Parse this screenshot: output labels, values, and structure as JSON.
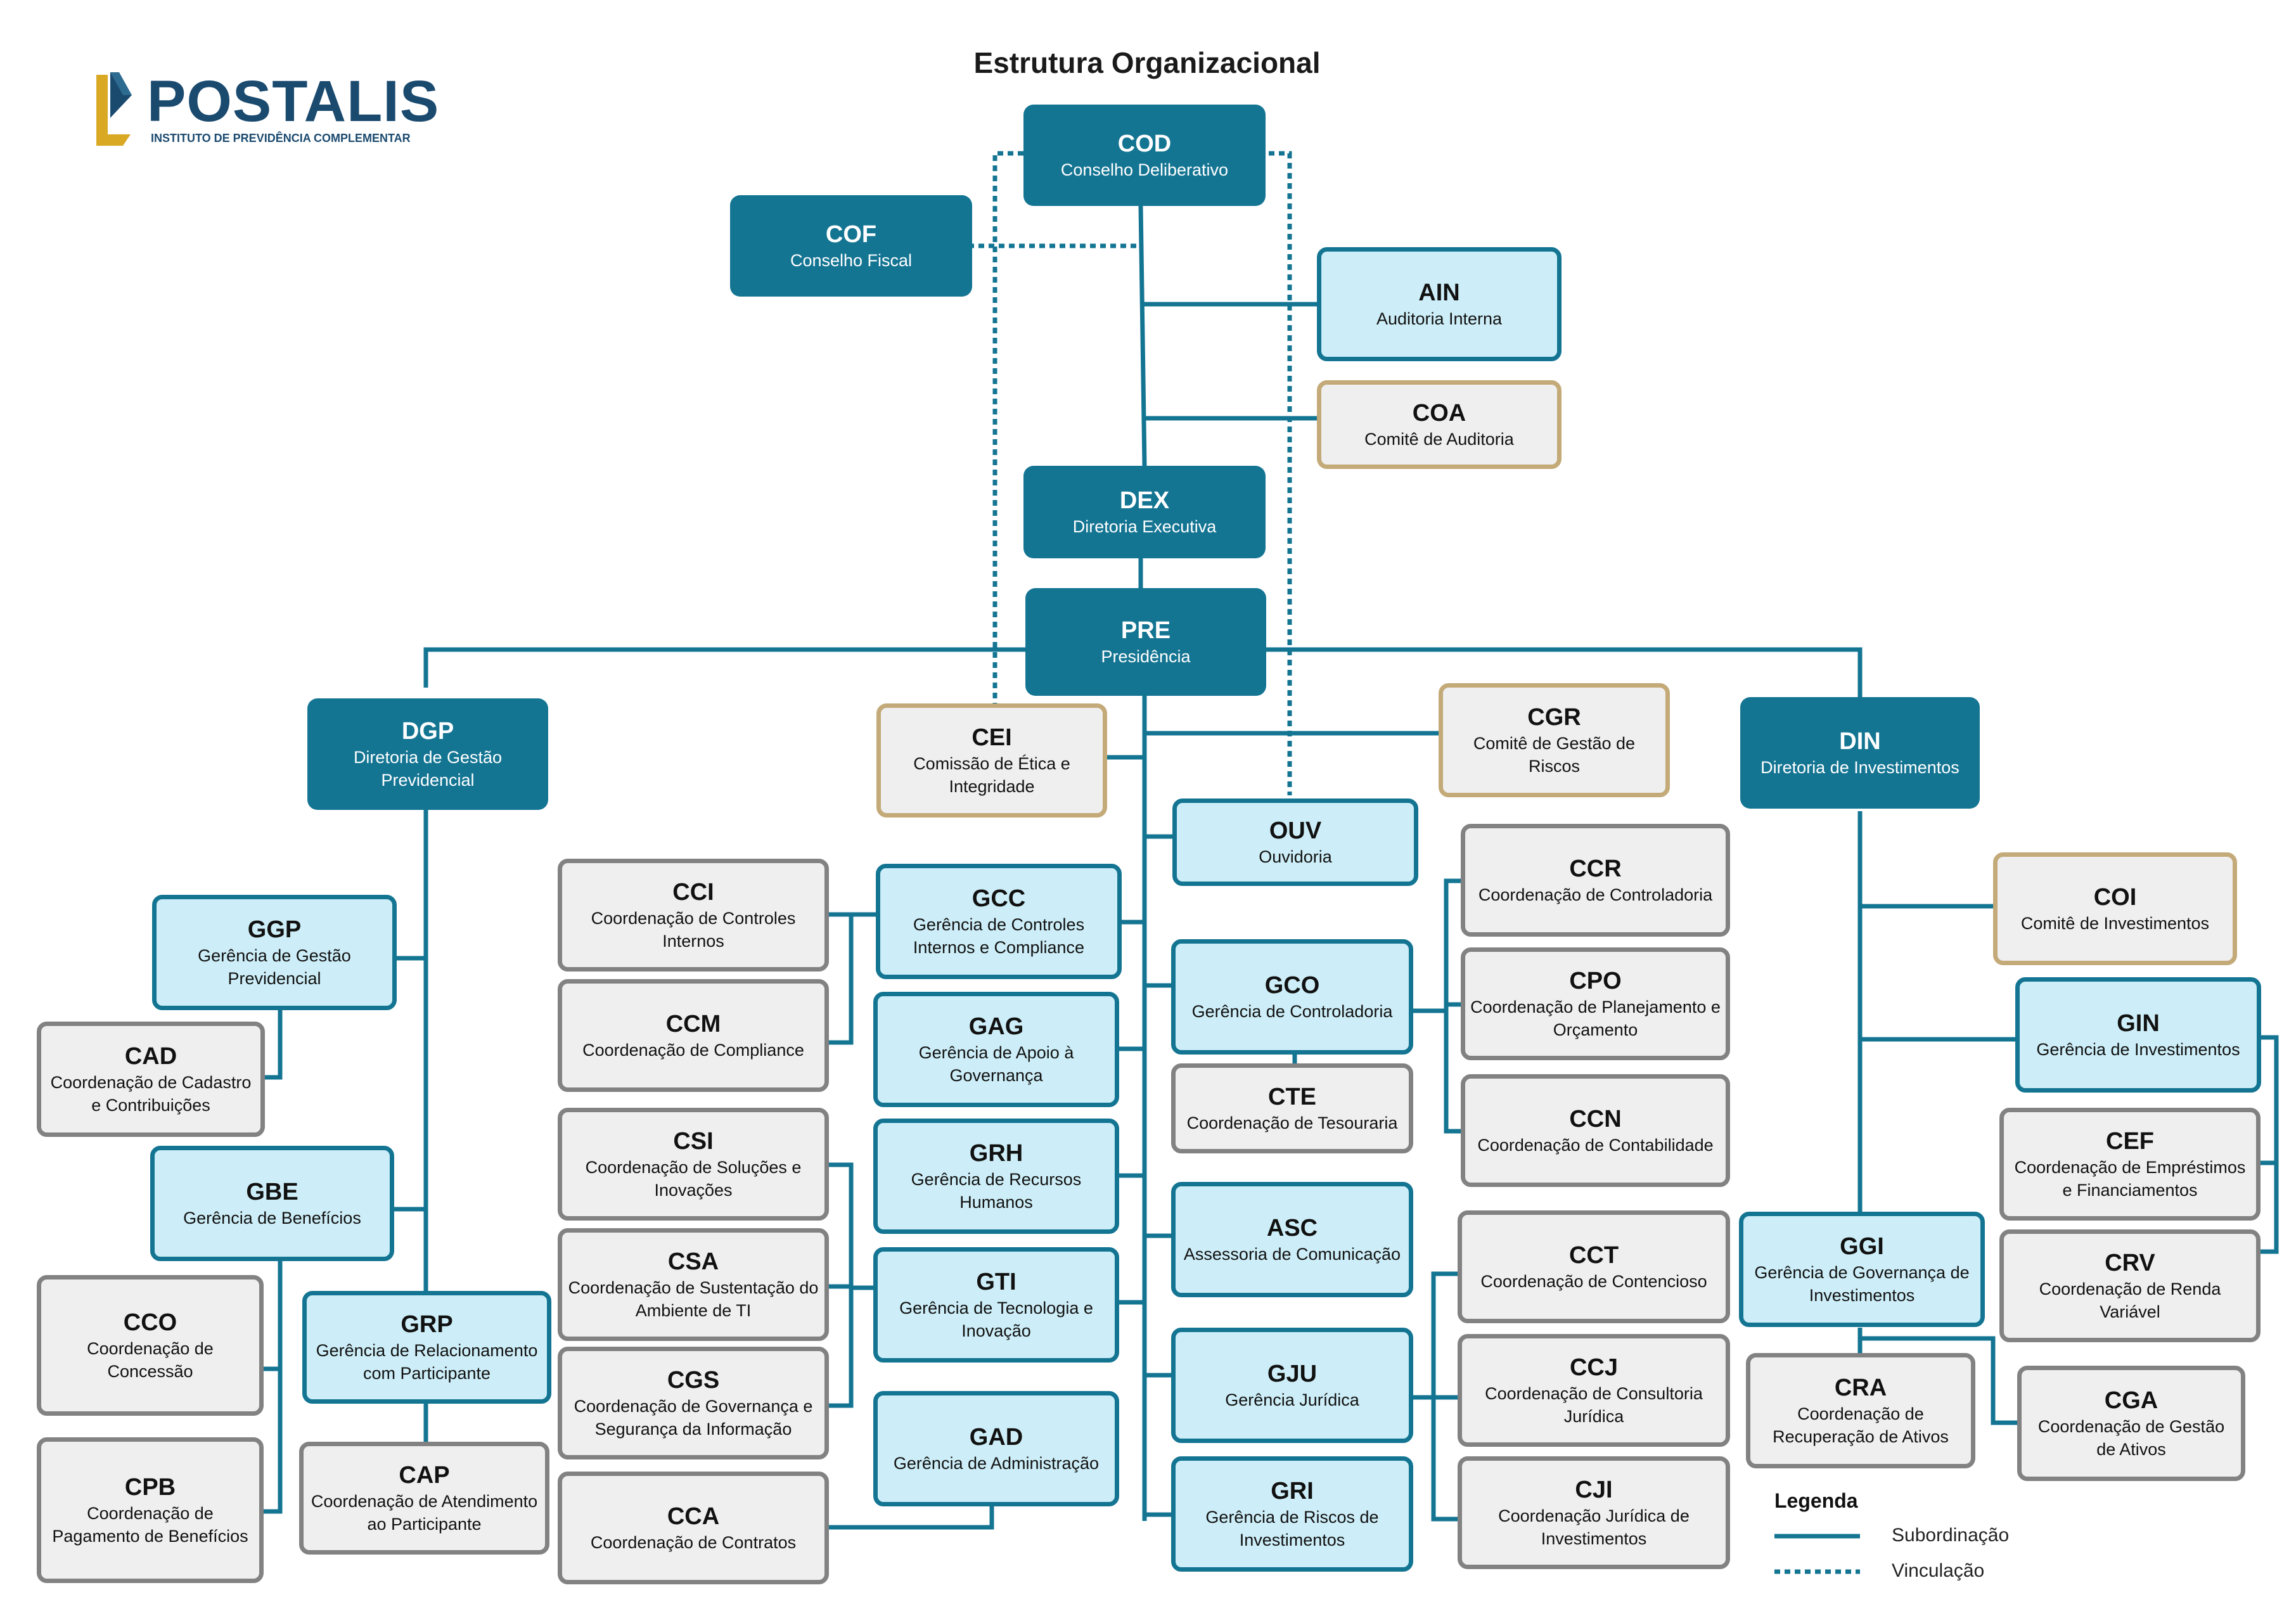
{
  "title": "Estrutura Organizacional",
  "logo": {
    "name": "POSTALIS",
    "tagline": "INSTITUTO DE PREVIDÊNCIA COMPLEMENTAR"
  },
  "colors": {
    "line": "#147593",
    "dark_fill": "#147593",
    "light_fill": "#cdeef8",
    "grey_border": "#828282",
    "gold_border": "#c3aa78",
    "grey_fill": "#efefef"
  },
  "nodes": {
    "COD": {
      "abbr": "COD",
      "name": "Conselho Deliberativo"
    },
    "COF": {
      "abbr": "COF",
      "name": "Conselho Fiscal"
    },
    "AIN": {
      "abbr": "AIN",
      "name": "Auditoria Interna"
    },
    "COA": {
      "abbr": "COA",
      "name": "Comitê de Auditoria"
    },
    "DEX": {
      "abbr": "DEX",
      "name": "Diretoria Executiva"
    },
    "PRE": {
      "abbr": "PRE",
      "name": "Presidência"
    },
    "DGP": {
      "abbr": "DGP",
      "name": "Diretoria de Gestão Previdencial"
    },
    "CEI": {
      "abbr": "CEI",
      "name": "Comissão de Ética e Integridade"
    },
    "CGR": {
      "abbr": "CGR",
      "name": "Comitê de Gestão de Riscos"
    },
    "DIN": {
      "abbr": "DIN",
      "name": "Diretoria de Investimentos"
    },
    "OUV": {
      "abbr": "OUV",
      "name": "Ouvidoria"
    },
    "GGP": {
      "abbr": "GGP",
      "name": "Gerência de Gestão Previdencial"
    },
    "CAD": {
      "abbr": "CAD",
      "name": "Coordenação de Cadastro e Contribuições"
    },
    "GBE": {
      "abbr": "GBE",
      "name": "Gerência de Benefícios"
    },
    "CCO": {
      "abbr": "CCO",
      "name": "Coordenação de Concessão"
    },
    "GRP": {
      "abbr": "GRP",
      "name": "Gerência de Relacionamento com Participante"
    },
    "CPB": {
      "abbr": "CPB",
      "name": "Coordenação de Pagamento de Benefícios"
    },
    "CAP": {
      "abbr": "CAP",
      "name": "Coordenação de Atendimento ao Participante"
    },
    "CCI": {
      "abbr": "CCI",
      "name": "Coordenação de Controles Internos"
    },
    "CCM": {
      "abbr": "CCM",
      "name": "Coordenação de Compliance"
    },
    "CSI": {
      "abbr": "CSI",
      "name": "Coordenação de Soluções e Inovações"
    },
    "CSA": {
      "abbr": "CSA",
      "name": "Coordenação de Sustentação do Ambiente de TI"
    },
    "CGS": {
      "abbr": "CGS",
      "name": "Coordenação de Governança e Segurança da Informação"
    },
    "CCA": {
      "abbr": "CCA",
      "name": "Coordenação de Contratos"
    },
    "GCC": {
      "abbr": "GCC",
      "name": "Gerência de Controles Internos e Compliance"
    },
    "GAG": {
      "abbr": "GAG",
      "name": "Gerência de Apoio à Governança"
    },
    "GRH": {
      "abbr": "GRH",
      "name": "Gerência de Recursos Humanos"
    },
    "GTI": {
      "abbr": "GTI",
      "name": "Gerência de Tecnologia e Inovação"
    },
    "GAD": {
      "abbr": "GAD",
      "name": "Gerência de Administração"
    },
    "GCO": {
      "abbr": "GCO",
      "name": "Gerência de Controladoria"
    },
    "CTE": {
      "abbr": "CTE",
      "name": "Coordenação de Tesouraria"
    },
    "ASC": {
      "abbr": "ASC",
      "name": "Assessoria de Comunicação"
    },
    "GJU": {
      "abbr": "GJU",
      "name": "Gerência Jurídica"
    },
    "GRI": {
      "abbr": "GRI",
      "name": "Gerência de Riscos de Investimentos"
    },
    "CCR": {
      "abbr": "CCR",
      "name": "Coordenação de Controladoria"
    },
    "CPO": {
      "abbr": "CPO",
      "name": "Coordenação de Planejamento e Orçamento"
    },
    "CCN": {
      "abbr": "CCN",
      "name": "Coordenação de Contabilidade"
    },
    "CCT": {
      "abbr": "CCT",
      "name": "Coordenação de Contencioso"
    },
    "CCJ": {
      "abbr": "CCJ",
      "name": "Coordenação de Consultoria Jurídica"
    },
    "CJI": {
      "abbr": "CJI",
      "name": "Coordenação Jurídica de Investimentos"
    },
    "COI": {
      "abbr": "COI",
      "name": "Comitê de Investimentos"
    },
    "GIN": {
      "abbr": "GIN",
      "name": "Gerência de Investimentos"
    },
    "CEF": {
      "abbr": "CEF",
      "name": "Coordenação de Empréstimos e Financiamentos"
    },
    "CRV": {
      "abbr": "CRV",
      "name": "Coordenação de Renda Variável"
    },
    "GGI": {
      "abbr": "GGI",
      "name": "Gerência de Governança de Investimentos"
    },
    "CRA": {
      "abbr": "CRA",
      "name": "Coordenação de Recuperação de Ativos"
    },
    "CGA": {
      "abbr": "CGA",
      "name": "Coordenação de Gestão de Ativos"
    }
  },
  "legend": {
    "title": "Legenda",
    "solid_label": "Subordinação",
    "dotted_label": "Vinculação"
  }
}
